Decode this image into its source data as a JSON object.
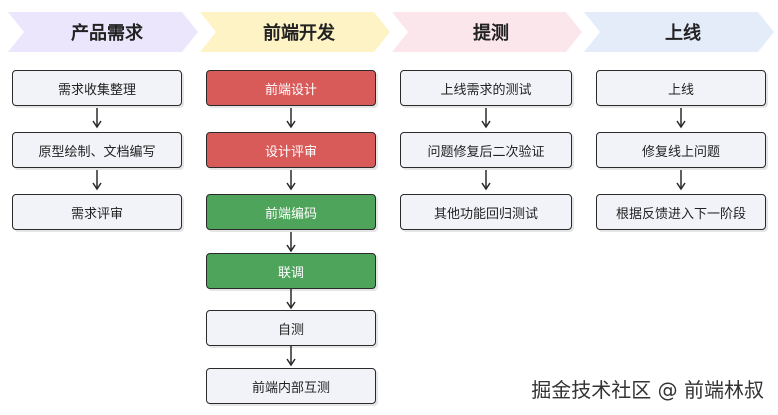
{
  "colors": {
    "stage1_header": "#ebe6fb",
    "stage2_header": "#fdf3c5",
    "stage3_header": "#fbe6ec",
    "stage4_header": "#e4ecfa",
    "box_default": "#f1f3f8",
    "box_red": "#d95b59",
    "box_green": "#4ea45b",
    "arrow": "#2a2a2a"
  },
  "stages": [
    {
      "title": "产品需求",
      "items": [
        "需求收集整理",
        "原型绘制、文档编写",
        "需求评审"
      ]
    },
    {
      "title": "前端开发",
      "items": [
        "前端设计",
        "设计评审",
        "前端编码",
        "联调",
        "自测",
        "前端内部互测"
      ]
    },
    {
      "title": "提测",
      "items": [
        "上线需求的测试",
        "问题修复后二次验证",
        "其他功能回归测试"
      ]
    },
    {
      "title": "上线",
      "items": [
        "修复线上问题",
        "根据反馈进入下一阶段"
      ]
    }
  ],
  "stage4_first_item": "上线",
  "watermark": "掘金技术社区 @ 前端林叔"
}
